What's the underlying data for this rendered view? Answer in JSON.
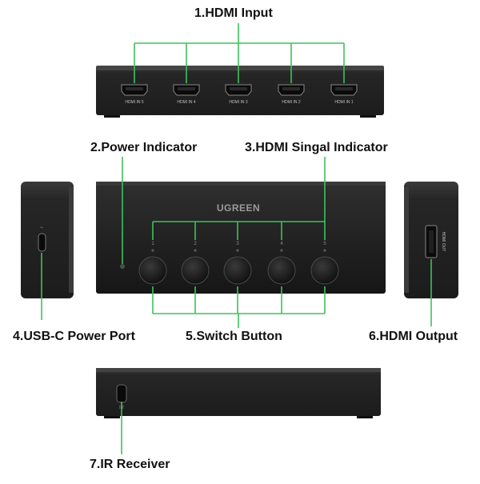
{
  "labels": {
    "hdmi_input": "1.HDMI Input",
    "power_indicator": "2.Power Indicator",
    "signal_indicator": "3.HDMI Singal Indicator",
    "usbc_power_port": "4.USB-C Power Port",
    "switch_button": "5.Switch Button",
    "hdmi_output": "6.HDMI Output",
    "ir_receiver": "7.IR Receiver"
  },
  "ports": [
    "HDMI IN 5",
    "HDMI IN 4",
    "HDMI IN 3",
    "HDMI IN 2",
    "HDMI IN 1"
  ],
  "brand": "UGREEN",
  "button_numbers": [
    "1",
    "2",
    "3",
    "4",
    "5"
  ],
  "output_port_label": "HDMI OUT",
  "ir_label": "IR",
  "colors": {
    "leader_line": "#3ec25a",
    "device_body": "#2b2b2b",
    "device_face": "#1e1e1e",
    "text": "#111111"
  }
}
